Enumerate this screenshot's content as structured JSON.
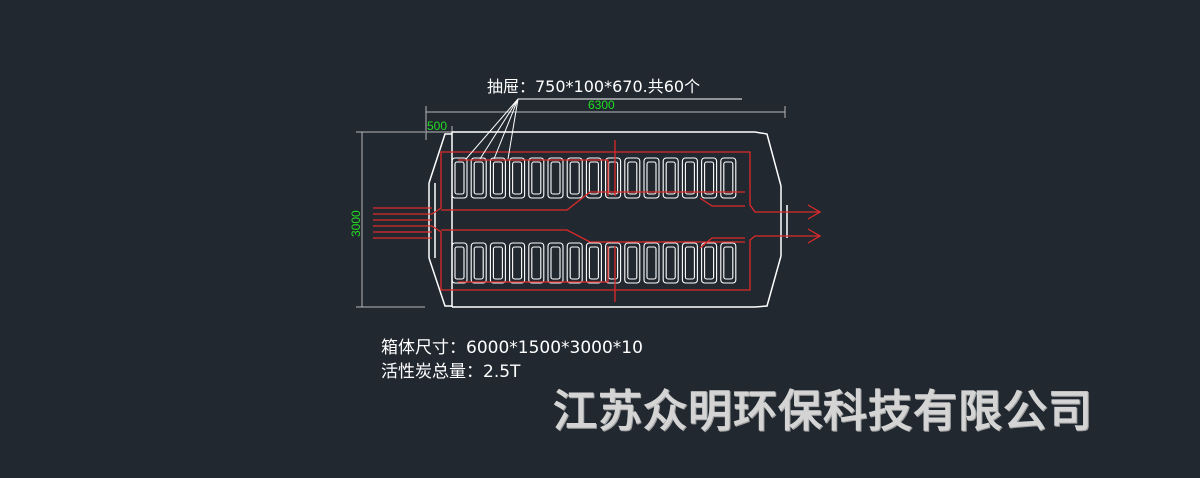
{
  "callout_label": "抽屉：750*100*670.共60个",
  "dimensions": {
    "overall_length": "6300",
    "inlet_length": "500",
    "height": "3000"
  },
  "specs": {
    "box_size": "箱体尺寸：6000*1500*3000*10",
    "carbon_total": "活性炭总量：2.5T"
  },
  "company_name": "江苏众明环保科技有限公司",
  "drawer_row_count": 15,
  "colors": {
    "background": "#212830",
    "outline": "#ffffff",
    "flow": "#dd2a2a",
    "dimension_text": "#22dd22",
    "dimension_line": "#b8b8b8",
    "company_text": "#d4d4d4"
  }
}
